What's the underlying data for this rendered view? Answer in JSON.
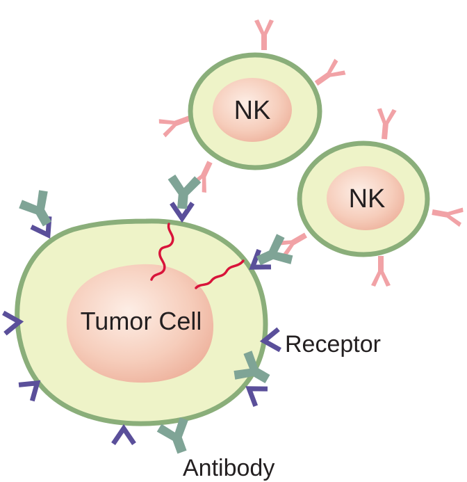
{
  "labels": {
    "nk_cell_top": "NK",
    "nk_cell_right": "NK",
    "tumor_cell": "Tumor Cell",
    "receptor": "Receptor",
    "antibody": "Antibody"
  },
  "colors": {
    "cytoplasm": "#eef3c8",
    "membrane": "#8aae7a",
    "nucleus_center": "#fbe6dc",
    "nucleus_edge": "#f0b9a3",
    "nk_receptor": "#f1a2a6",
    "antibody": "#7fa496",
    "tumor_receptor": "#5a4f9a",
    "granule_signal": "#d8143a",
    "text": "#231f20"
  }
}
